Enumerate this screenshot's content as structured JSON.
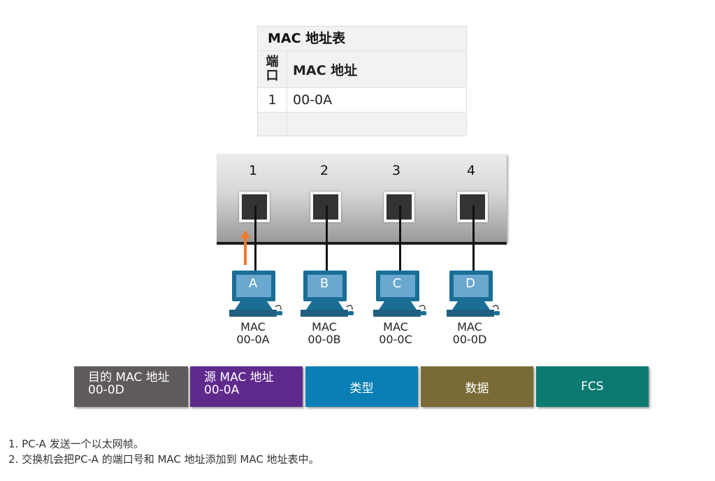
{
  "mac_table": {
    "title": "MAC 地址表",
    "col_port_line1": "端",
    "col_port_line2": "口",
    "col_mac": "MAC 地址",
    "rows": [
      {
        "port": "1",
        "mac": "00-0A"
      },
      {
        "port": "",
        "mac": ""
      }
    ]
  },
  "switch": {
    "ports": [
      "1",
      "2",
      "3",
      "4"
    ]
  },
  "pcs": [
    {
      "label": "A",
      "mac_label": "MAC",
      "mac": "00-0A"
    },
    {
      "label": "B",
      "mac_label": "MAC",
      "mac": "00-0B"
    },
    {
      "label": "C",
      "mac_label": "MAC",
      "mac": "00-0C"
    },
    {
      "label": "D",
      "mac_label": "MAC",
      "mac": "00-0D"
    }
  ],
  "frame": {
    "dest_label": "目的 MAC 地址",
    "dest_value": "00-0D",
    "src_label": "源 MAC 地址",
    "src_value": "00-0A",
    "type": "类型",
    "data": "数据",
    "fcs": "FCS"
  },
  "colors": {
    "dest": "#5f5b5b",
    "src": "#5f2a8c",
    "type": "#0a7fb5",
    "data": "#7a6a36",
    "fcs": "#0d7a72",
    "arrow": "#f0782a",
    "monitor": "#1a6e96"
  },
  "notes": [
    "1. PC-A 发送一个以太网帧。",
    "2. 交换机会把PC-A 的端口号和 MAC 地址添加到 MAC 地址表中。"
  ]
}
